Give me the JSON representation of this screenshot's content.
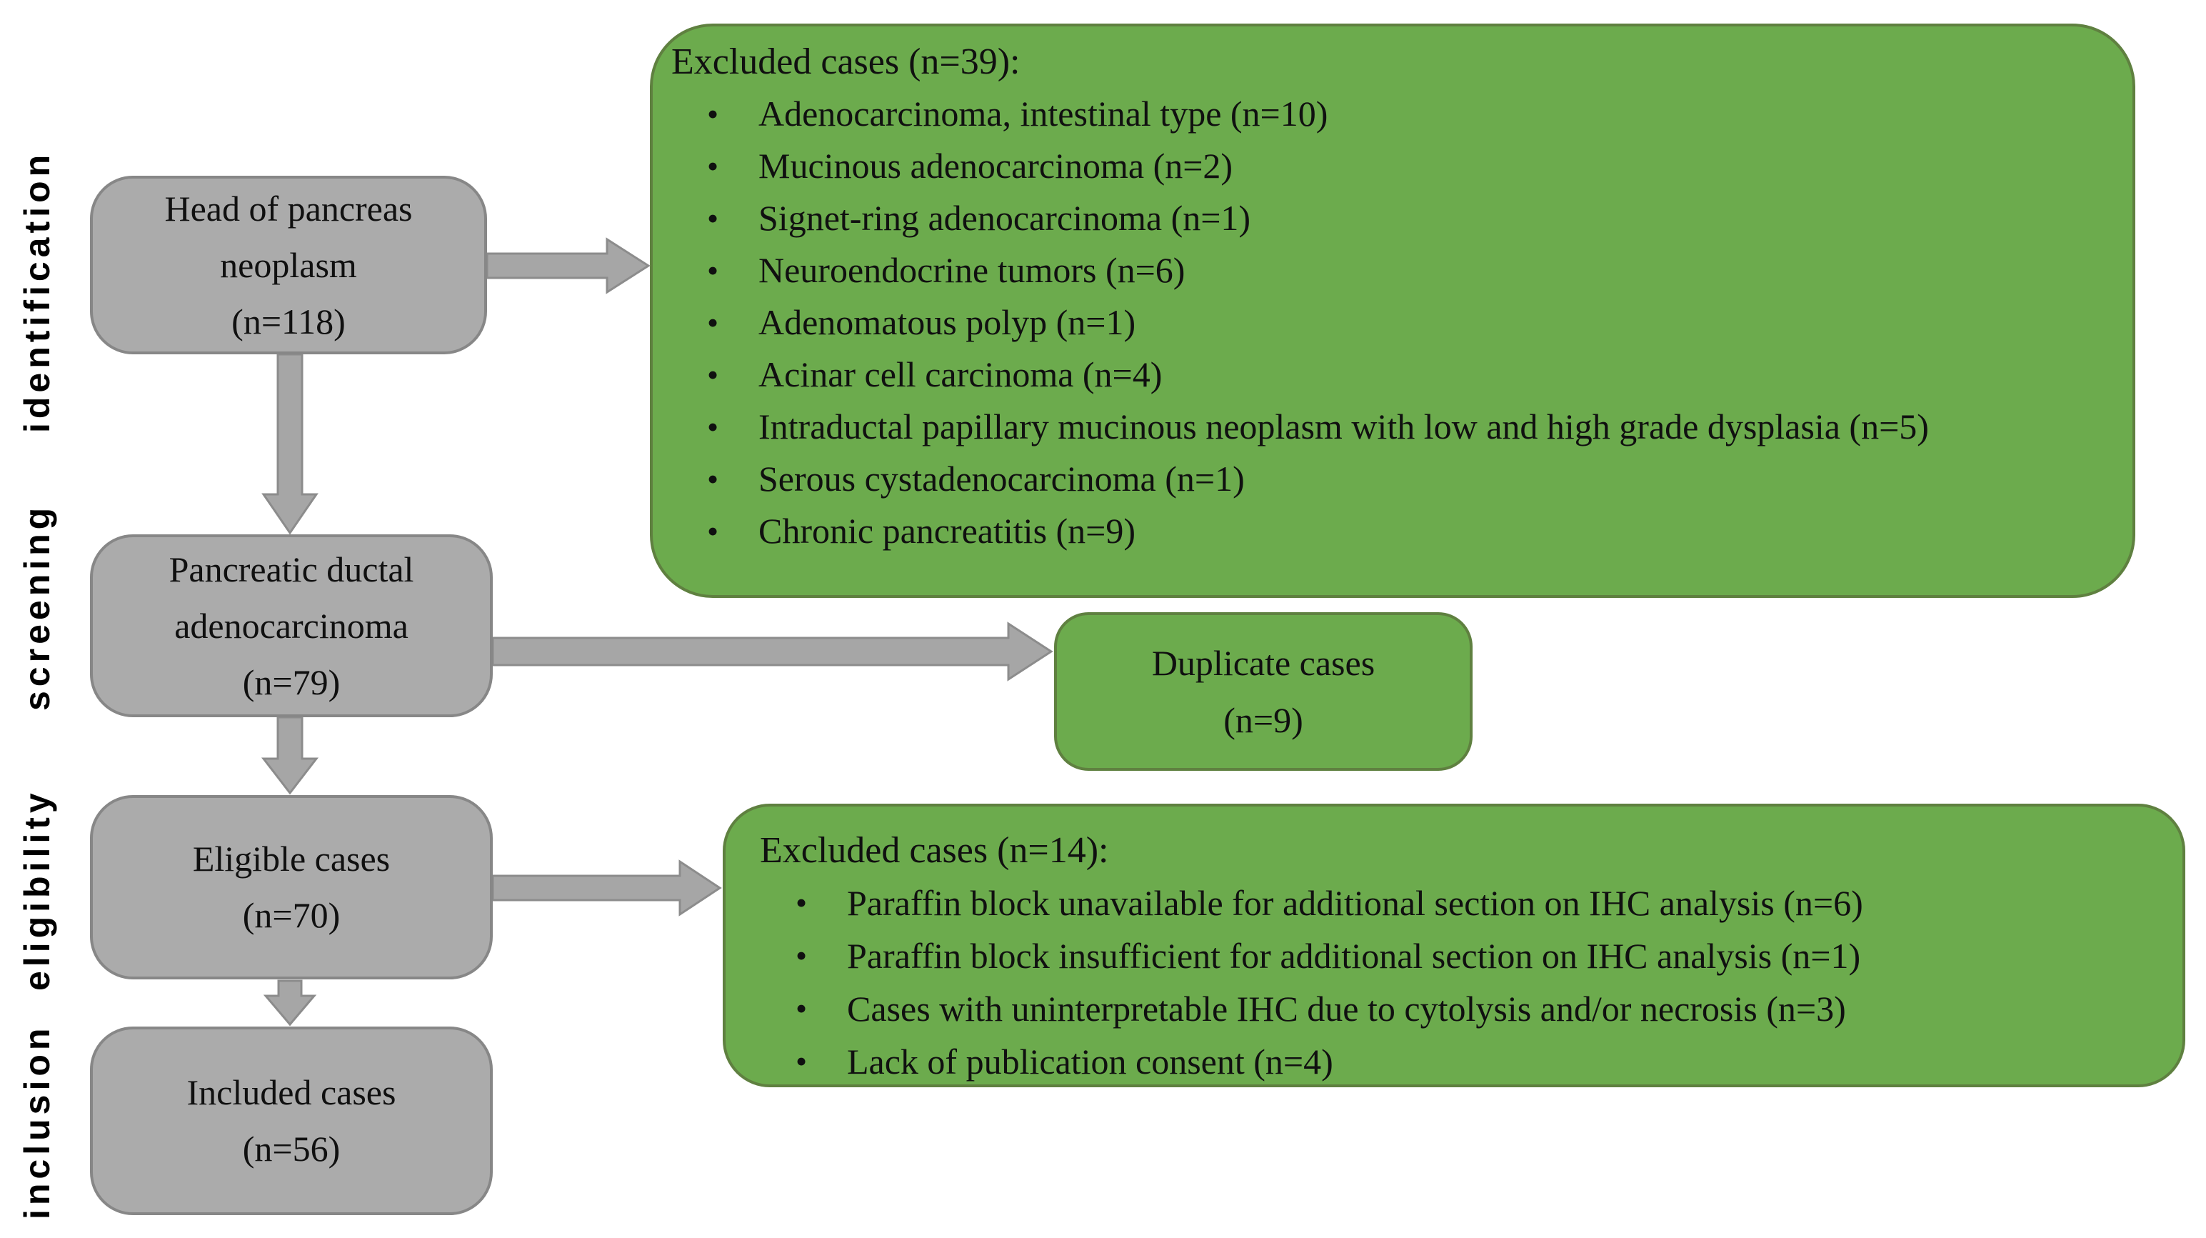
{
  "stage_labels": [
    "identification",
    "screening",
    "eligibility",
    "inclusion"
  ],
  "main_boxes": [
    {
      "name": "head-of-pancreas-neoplasm",
      "lines": [
        "Head of pancreas",
        "neoplasm",
        "(n=118)"
      ]
    },
    {
      "name": "pancreatic-ductal-adenocarcinoma",
      "lines": [
        "Pancreatic ductal",
        "adenocarcinoma",
        "(n=79)"
      ]
    },
    {
      "name": "eligible-cases",
      "lines": [
        "Eligible cases",
        "(n=70)"
      ]
    },
    {
      "name": "included-cases",
      "lines": [
        "Included cases",
        "(n=56)"
      ]
    }
  ],
  "side_boxes": {
    "excluded_identification": {
      "title": "Excluded cases (n=39):",
      "items": [
        "Adenocarcinoma, intestinal type (n=10)",
        "Mucinous adenocarcinoma (n=2)",
        "Signet-ring adenocarcinoma (n=1)",
        "Neuroendocrine tumors (n=6)",
        "Adenomatous polyp (n=1)",
        "Acinar cell carcinoma (n=4)",
        "Intraductal papillary mucinous neoplasm with low and high grade dysplasia (n=5)",
        "Serous cystadenocarcinoma (n=1)",
        "Chronic pancreatitis (n=9)"
      ]
    },
    "duplicate_cases": {
      "lines": [
        "Duplicate cases",
        "(n=9)"
      ]
    },
    "excluded_eligibility": {
      "title": "Excluded cases (n=14):",
      "items": [
        "Paraffin block unavailable for additional section on IHC analysis (n=6)",
        "Paraffin block insufficient for additional section on IHC analysis (n=1)",
        "Cases with uninterpretable IHC due to cytolysis and/or necrosis (n=3)",
        "Lack of publication consent (n=4)"
      ]
    }
  },
  "colors": {
    "green_fill": "#6CAB4D",
    "green_border": "#5F8040",
    "gray_fill": "#ABABAB",
    "gray_border": "#878787",
    "arrow_fill": "#A6A6A6",
    "arrow_border": "#8C8C8C",
    "text": "#101010"
  }
}
